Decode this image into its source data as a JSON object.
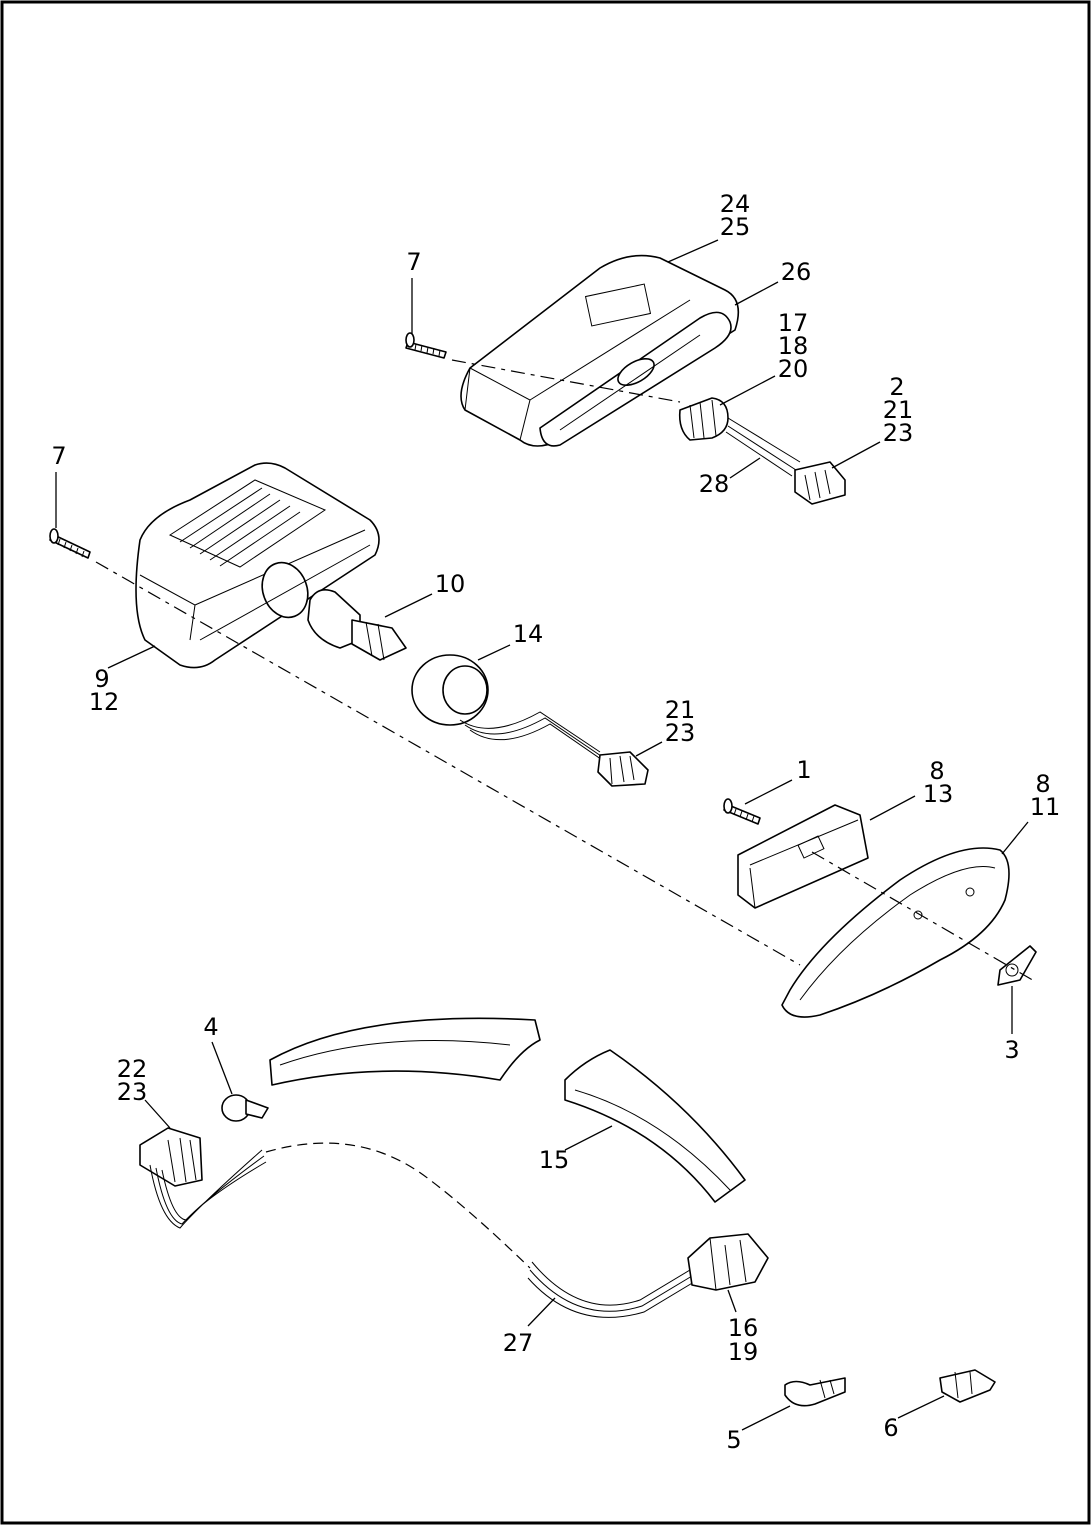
{
  "callouts": [
    {
      "id": "c-24-25",
      "lines": [
        "24",
        "25"
      ]
    },
    {
      "id": "c-26",
      "lines": [
        "26"
      ]
    },
    {
      "id": "c-7a",
      "lines": [
        "7"
      ]
    },
    {
      "id": "c-17-18-20",
      "lines": [
        "17",
        "18",
        "20"
      ]
    },
    {
      "id": "c-2-21-23",
      "lines": [
        "2",
        "21",
        "23"
      ]
    },
    {
      "id": "c-28",
      "lines": [
        "28"
      ]
    },
    {
      "id": "c-7b",
      "lines": [
        "7"
      ]
    },
    {
      "id": "c-10",
      "lines": [
        "10"
      ]
    },
    {
      "id": "c-14",
      "lines": [
        "14"
      ]
    },
    {
      "id": "c-9-12",
      "lines": [
        "9",
        "12"
      ]
    },
    {
      "id": "c-21-23",
      "lines": [
        "21",
        "23"
      ]
    },
    {
      "id": "c-1",
      "lines": [
        "1"
      ]
    },
    {
      "id": "c-8-13",
      "lines": [
        "8",
        "13"
      ]
    },
    {
      "id": "c-8-11",
      "lines": [
        "8",
        "11"
      ]
    },
    {
      "id": "c-3",
      "lines": [
        "3"
      ]
    },
    {
      "id": "c-4",
      "lines": [
        "4"
      ]
    },
    {
      "id": "c-22-23",
      "lines": [
        "22",
        "23"
      ]
    },
    {
      "id": "c-15",
      "lines": [
        "15"
      ]
    },
    {
      "id": "c-16-19",
      "lines": [
        "16",
        "19"
      ]
    },
    {
      "id": "c-27",
      "lines": [
        "27"
      ]
    },
    {
      "id": "c-5",
      "lines": [
        "5"
      ]
    },
    {
      "id": "c-6",
      "lines": [
        "6"
      ]
    }
  ]
}
